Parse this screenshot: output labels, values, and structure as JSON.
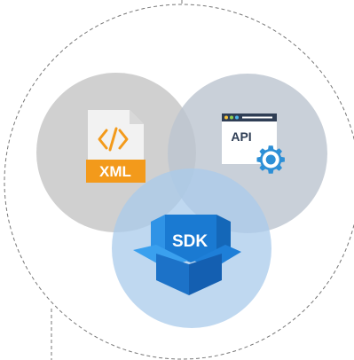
{
  "items": {
    "xml": {
      "label": "XML",
      "icon": "xml-file-icon",
      "circle_color": "#cccccc",
      "accent": "#f39a1b"
    },
    "api": {
      "label": "API",
      "icon": "api-window-gear-icon",
      "circle_color": "#c4cad5",
      "accent": "#2d8fd6"
    },
    "sdk": {
      "label": "SDK",
      "icon": "sdk-box-icon",
      "circle_color": "#b9d5ef",
      "accent": "#1b6fc9"
    }
  },
  "colors": {
    "dashed_line": "#777777",
    "background": "#ffffff"
  }
}
